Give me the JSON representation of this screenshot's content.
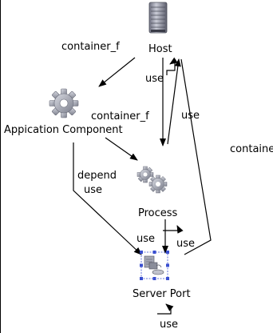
{
  "nodes": {
    "host": {
      "label": "Host",
      "icon": "server-tower-icon"
    },
    "application_component": {
      "label": "Appication Component",
      "icon": "gear-icon"
    },
    "process": {
      "label": "Process",
      "icon": "gears-icon"
    },
    "server_port": {
      "label": "Server Port",
      "icon": "server-port-icon"
    }
  },
  "edges": {
    "host_to_appcomp": "container_f",
    "host_self_use": "use",
    "host_to_process": "container_f",
    "process_to_host": "use",
    "host_to_serverport": "container_f",
    "appcomp_to_serverport_line1": "depend",
    "appcomp_to_serverport_line2": "use",
    "process_to_serverport": "use",
    "serverport_to_host": "use",
    "serverport_self_use": "use"
  },
  "colors": {
    "line": "#000000",
    "background": "#ffffff",
    "icon_gray": "#9a9ca8",
    "selection_blue": "#3a4fd0"
  }
}
